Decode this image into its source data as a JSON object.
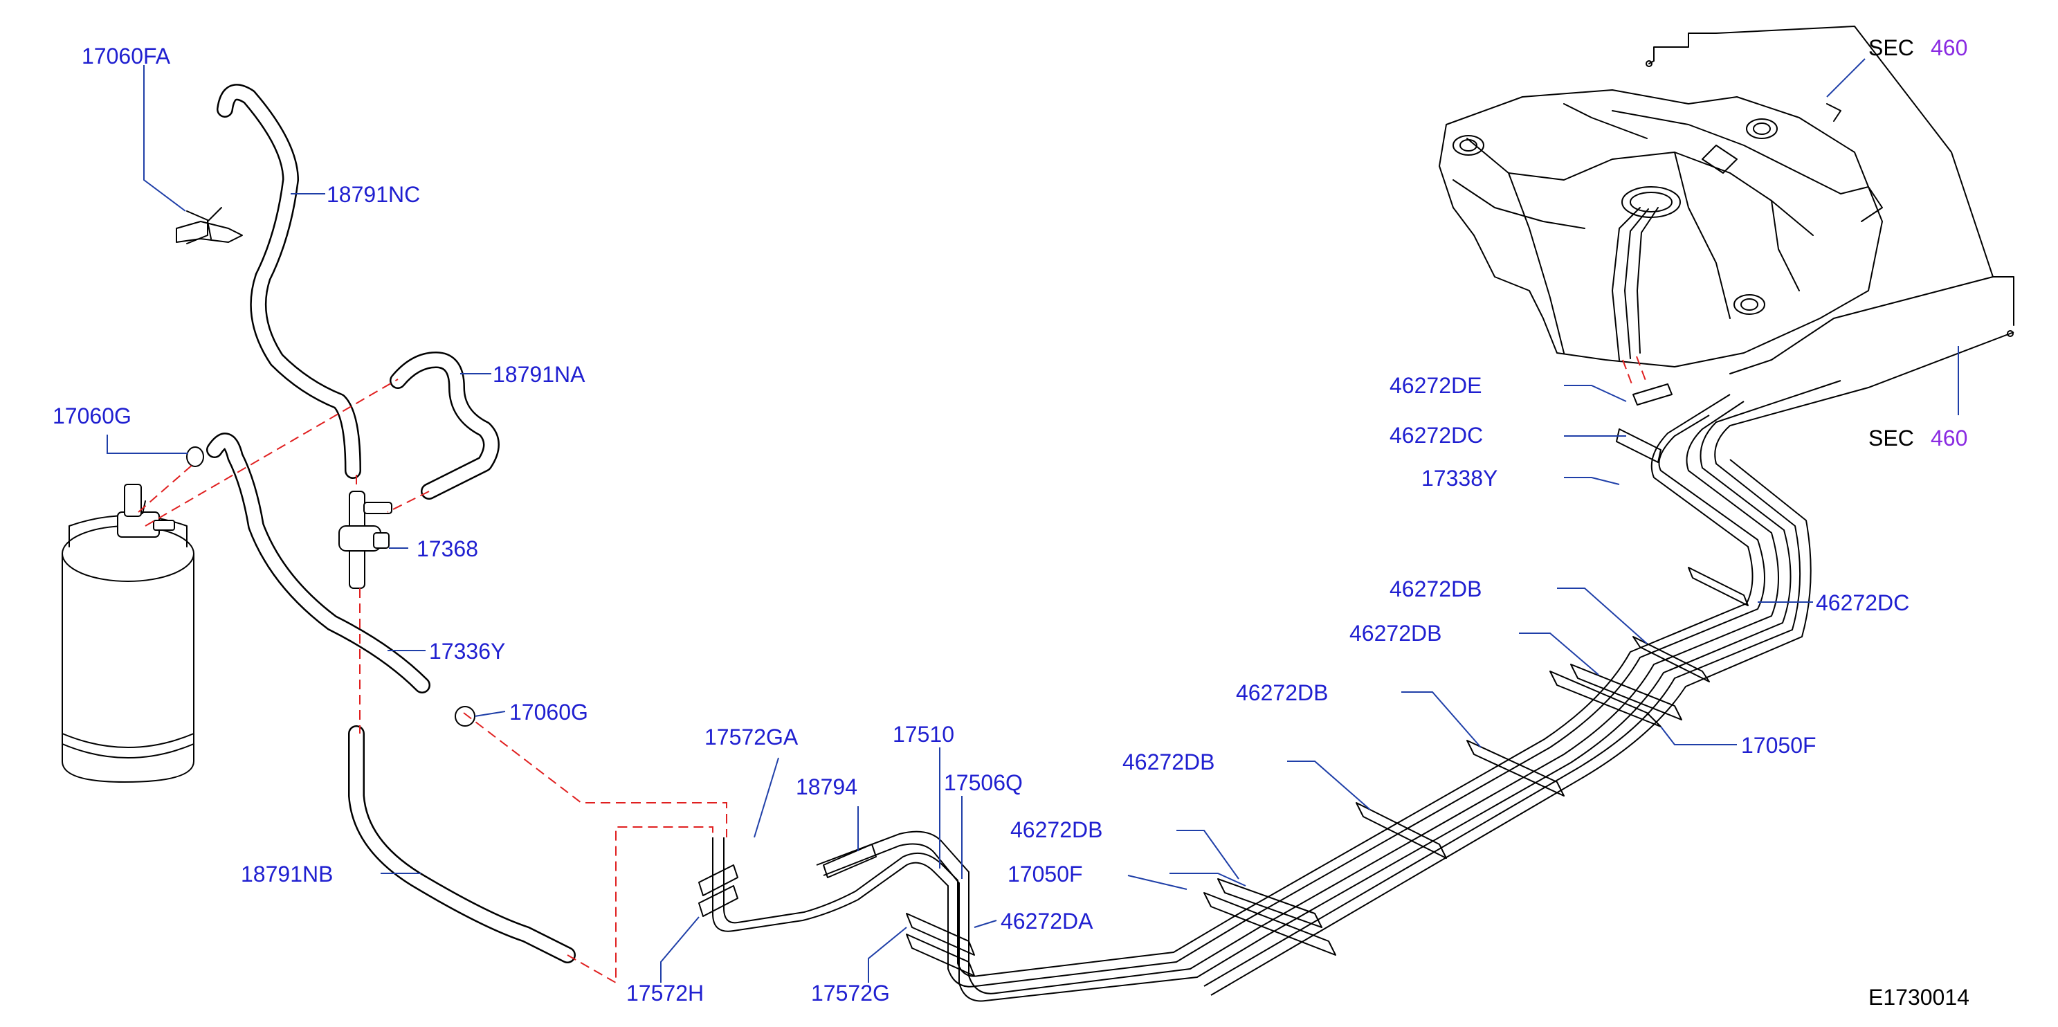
{
  "diagram": {
    "code": "E1730014",
    "colors": {
      "callout": "#1f1fd0",
      "leader": "#1f3fa8",
      "connection": "#e02020",
      "section_number": "#8a2be2",
      "outline": "#000000"
    },
    "sections": [
      {
        "label": "SEC",
        "number": "460"
      },
      {
        "label": "SEC",
        "number": "460"
      }
    ],
    "callouts": [
      "17060FA",
      "18791NC",
      "18791NA",
      "17060G",
      "17368",
      "17336Y",
      "17060G",
      "18791NB",
      "17572GA",
      "18794",
      "17510",
      "17506Q",
      "46272DA",
      "17572H",
      "17572G",
      "46272DB",
      "46272DB",
      "17050F",
      "46272DB",
      "46272DB",
      "46272DB",
      "17050F",
      "46272DC",
      "46272DE",
      "46272DC",
      "17338Y"
    ]
  }
}
